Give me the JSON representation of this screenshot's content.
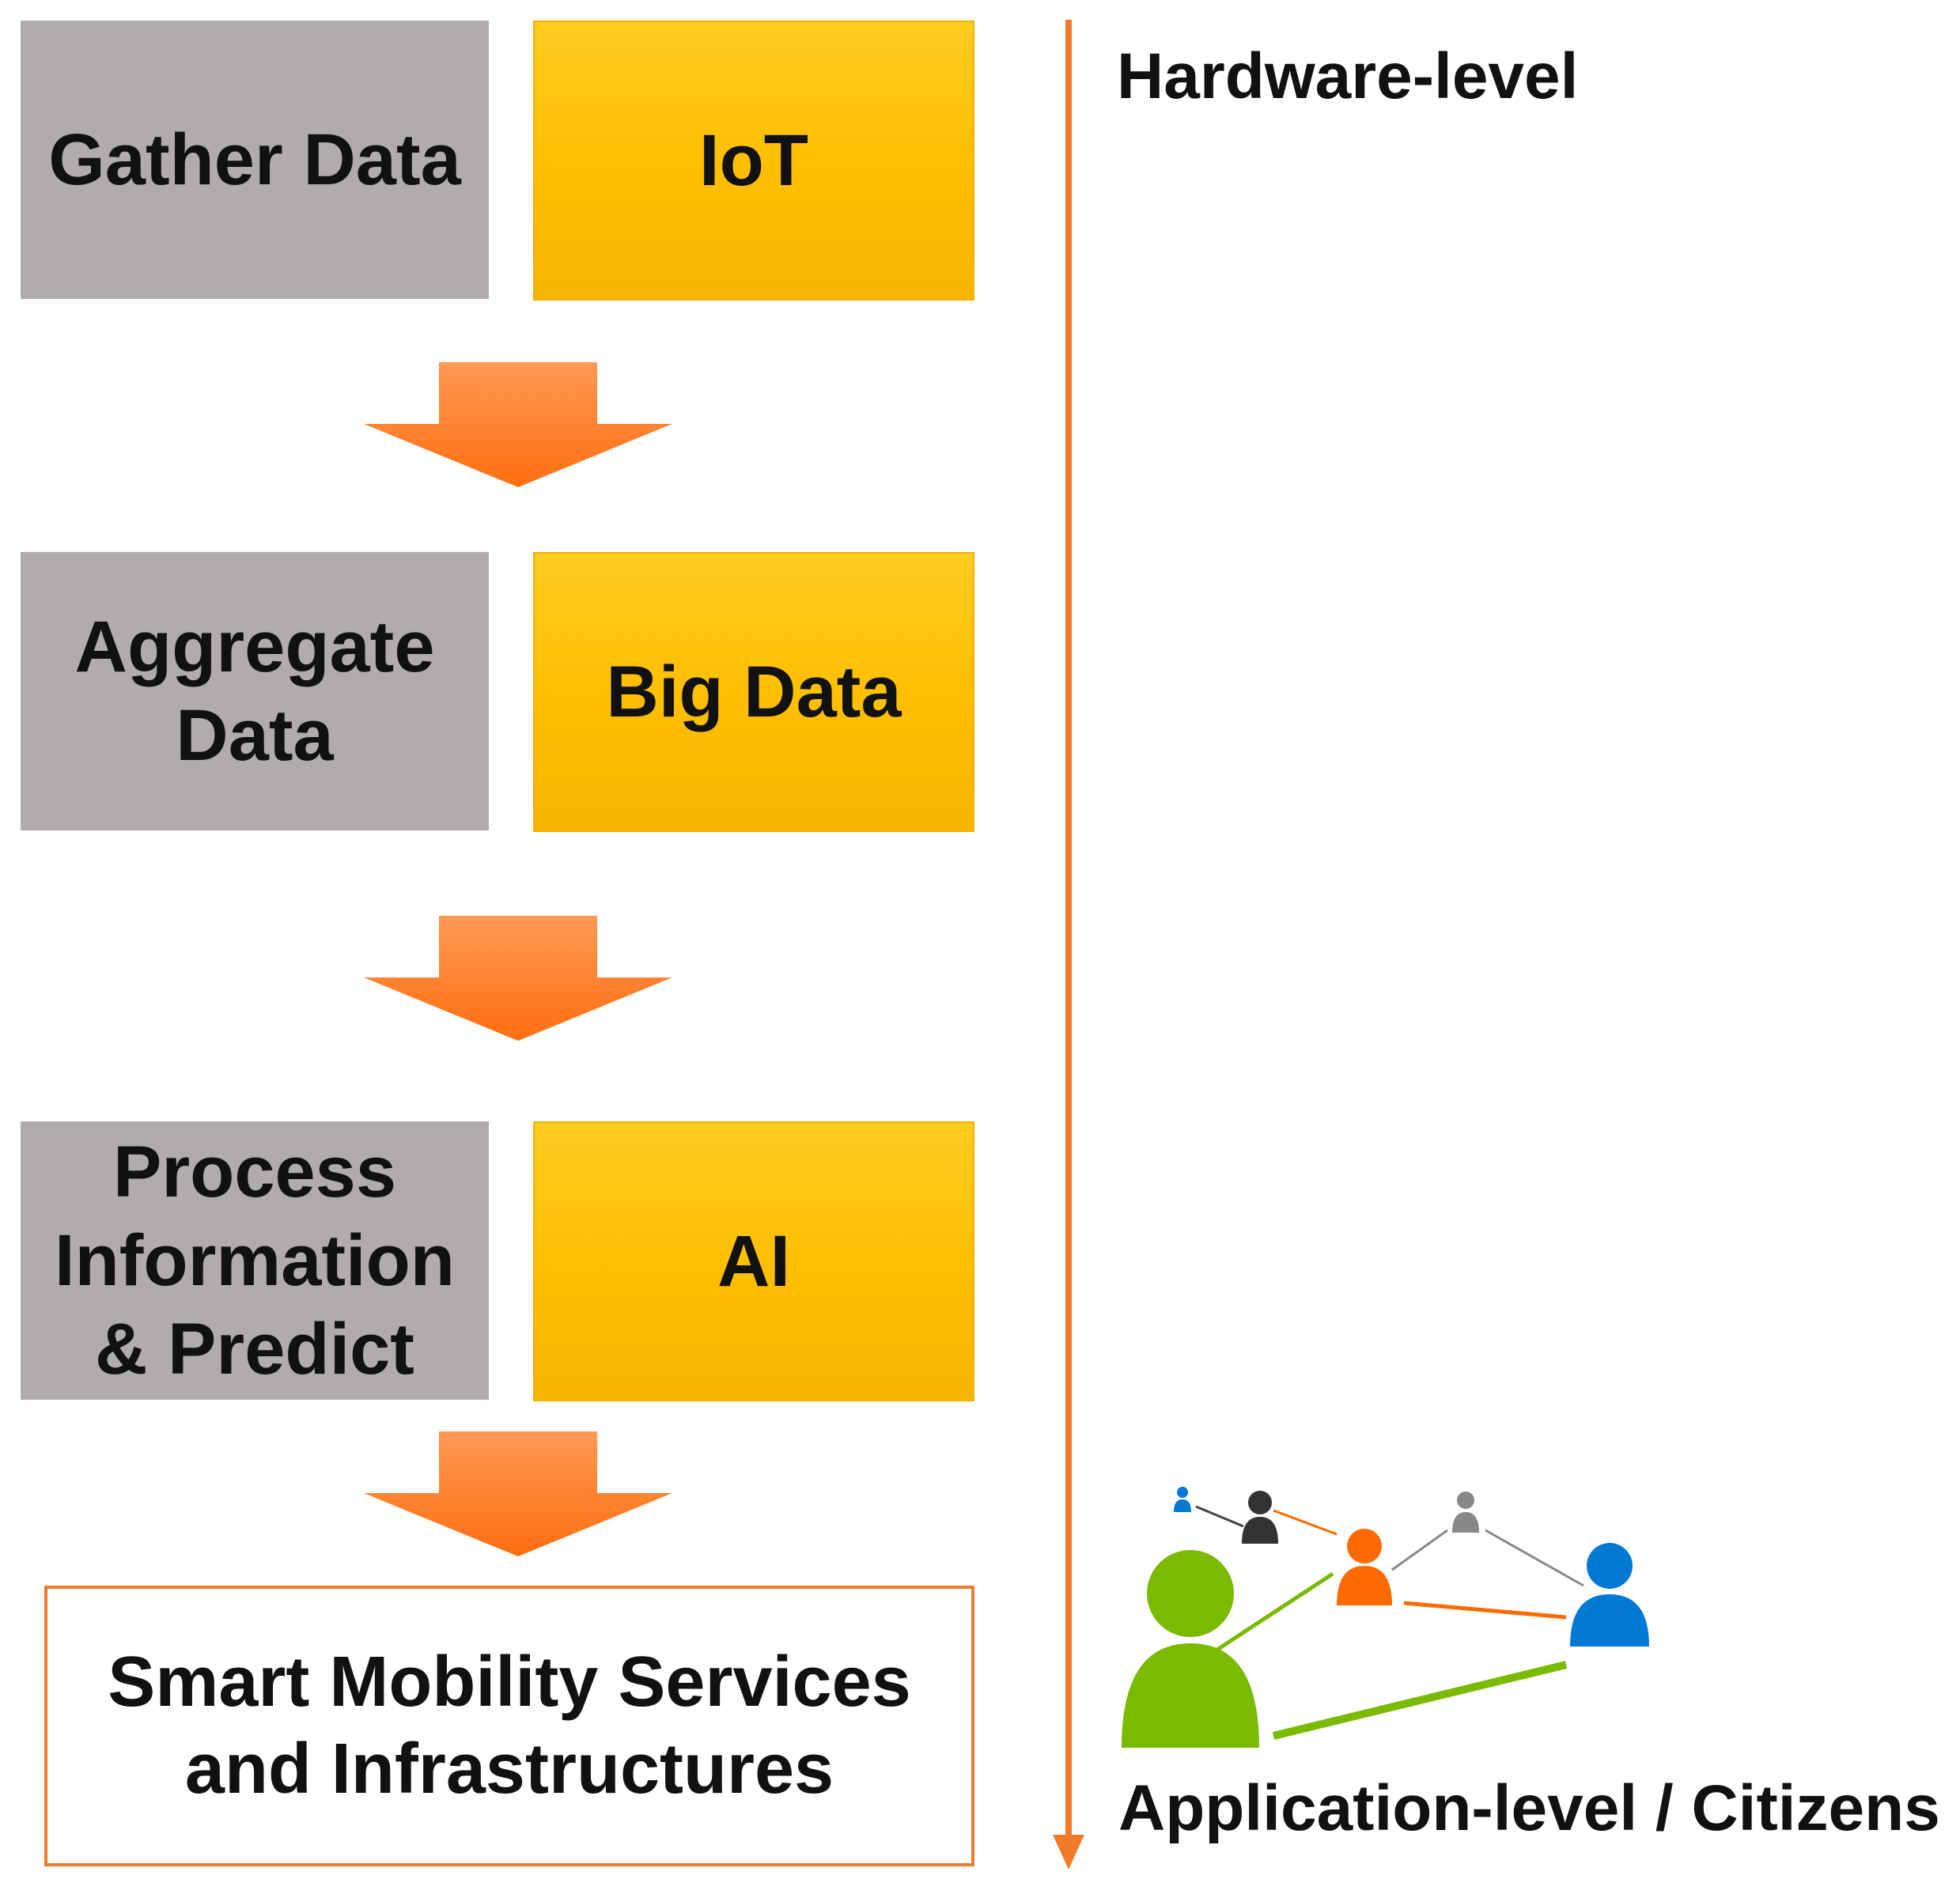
{
  "steps": [
    {
      "step": "Gather Data",
      "tech": "IoT"
    },
    {
      "step": "Aggregate\nData",
      "tech": "Big Data"
    },
    {
      "step": "Process\nInformation\n& Predict",
      "tech": "AI"
    }
  ],
  "result": "Smart Mobility Services\nand Infrastructures",
  "axis": {
    "top_label": "Hardware-level",
    "bottom_label": "Application-level / Citizens"
  },
  "colors": {
    "step_box": "#b0acab",
    "tech_box": "#ffc000",
    "arrow": "#ff7a1f",
    "axis_line": "#f07a2a",
    "person_green": "#7aba00",
    "person_blue": "#0078d4",
    "person_orange": "#ff6a00",
    "person_black": "#333333",
    "person_gray": "#888888"
  },
  "icons": [
    "arrow-down-icon",
    "people-network-icon"
  ]
}
